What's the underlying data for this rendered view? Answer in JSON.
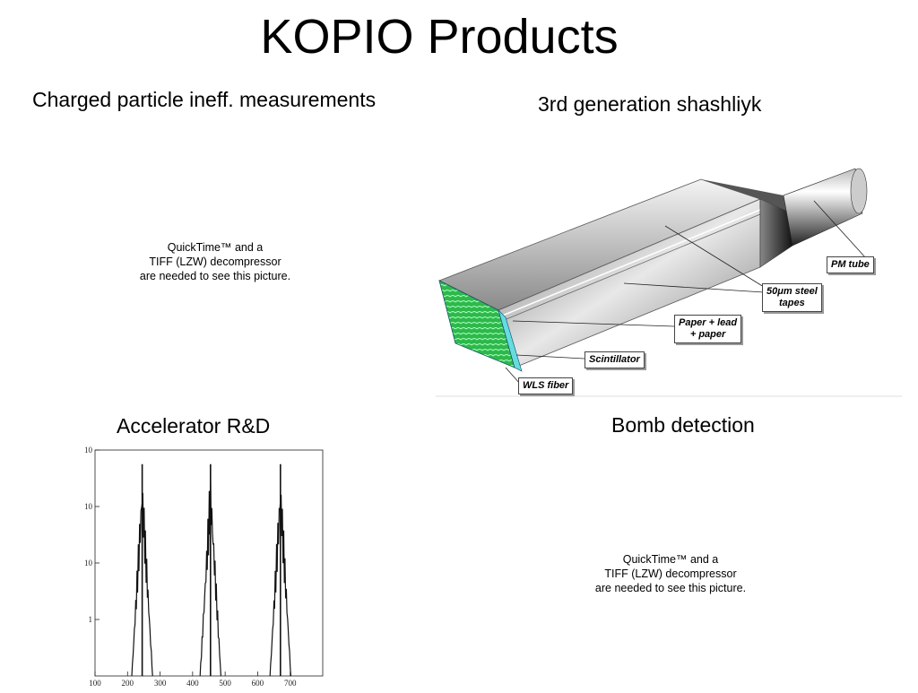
{
  "slide": {
    "title": "KOPIO Products"
  },
  "panels": {
    "top_left": {
      "caption": "Charged particle ineff. measurements",
      "placeholder_lines": [
        "QuickTime™ and a",
        "TIFF (LZW) decompressor",
        "are needed to see this picture."
      ]
    },
    "top_right": {
      "caption": "3rd generation shashliyk",
      "labels": {
        "pm_tube": "PM tube",
        "steel_tapes_1": "50μm steel",
        "steel_tapes_2": "tapes",
        "paper_lead_1": "Paper + lead",
        "paper_lead_2": "+ paper",
        "scintillator": "Scintillator",
        "wls_fiber": "WLS fiber"
      }
    },
    "bottom_left": {
      "caption": "Accelerator R&D"
    },
    "bottom_right": {
      "caption": "Bomb detection",
      "placeholder_lines": [
        "QuickTime™ and a",
        "TIFF (LZW) decompressor",
        "are needed to see this picture."
      ]
    }
  },
  "chart_data": {
    "type": "line",
    "title": "",
    "xlabel": "",
    "ylabel": "",
    "x_ticks": [
      100,
      200,
      300,
      400,
      500,
      600,
      700
    ],
    "y_tick_labels": [
      "1",
      "10",
      "10",
      "10"
    ],
    "xlim": [
      100,
      800
    ],
    "ylim": [
      0,
      4
    ],
    "grid": false,
    "peaks": [
      {
        "center": 245,
        "height": 3.75
      },
      {
        "center": 455,
        "height": 3.75
      },
      {
        "center": 670,
        "height": 3.75
      }
    ]
  },
  "colors": {
    "fiber_green": "#33cc55",
    "scintillator_cyan": "#66dddd",
    "module_gray": "#9a9a9a"
  }
}
